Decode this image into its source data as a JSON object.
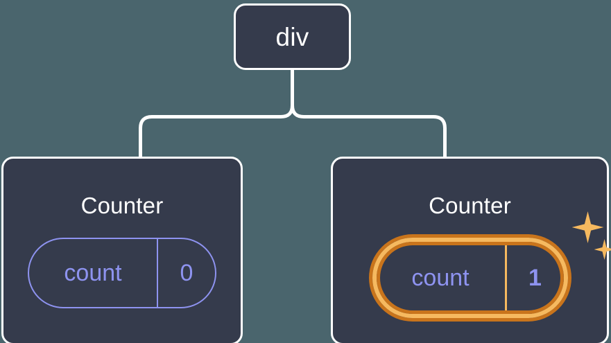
{
  "diagram": {
    "type": "component-tree",
    "background_color": "#4a656d",
    "node_fill": "#353b4c",
    "node_border": "#ffffff",
    "accent_state": "#8e93f0",
    "accent_highlight": "#f6b95f",
    "accent_highlight_dark": "#c9741b"
  },
  "root": {
    "label": "div"
  },
  "children": [
    {
      "title": "Counter",
      "state": {
        "key": "count",
        "value": "0",
        "highlighted": false
      }
    },
    {
      "title": "Counter",
      "state": {
        "key": "count",
        "value": "1",
        "highlighted": true
      },
      "sparkle_icons": [
        "sparkle-large",
        "sparkle-small"
      ]
    }
  ]
}
